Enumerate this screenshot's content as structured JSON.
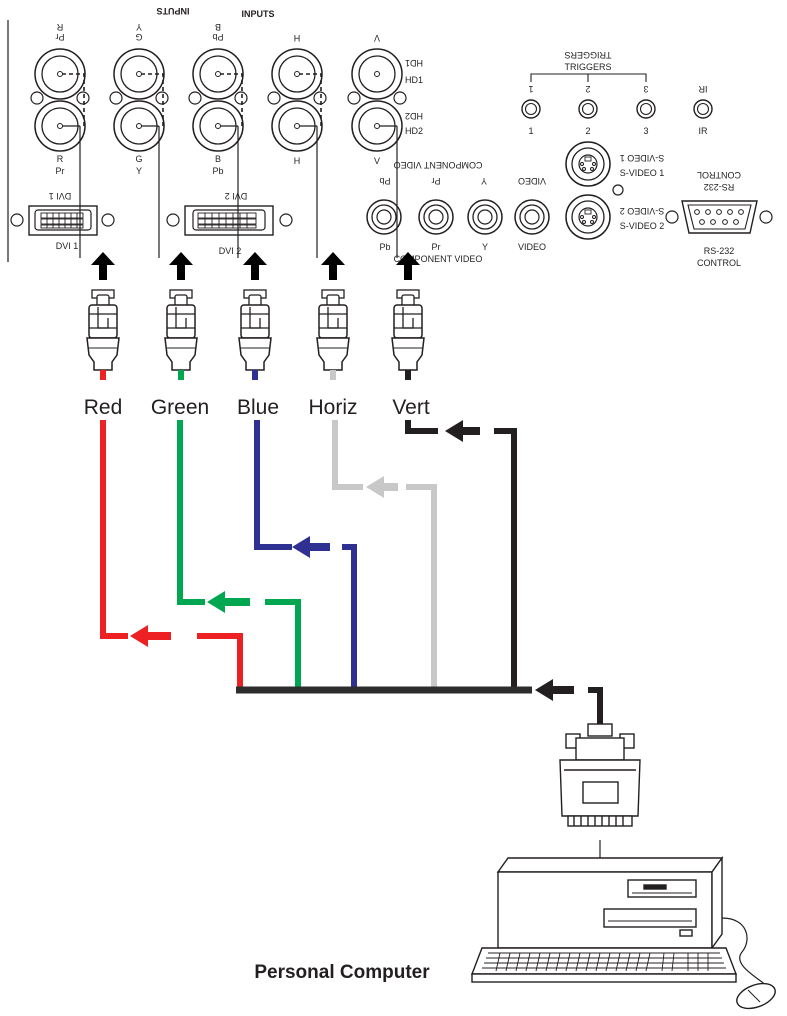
{
  "panel": {
    "inputs_top_mirrored": "INPUTS",
    "inputs_top": "INPUTS",
    "bnc_top_labels_mirrored": [
      "Pr\nR",
      "G\nY",
      "Pb\nB",
      "H",
      "V"
    ],
    "bnc_bottom_labels": [
      [
        "R",
        "Pr"
      ],
      [
        "G",
        "Y"
      ],
      [
        "B",
        "Pb"
      ],
      [
        "H"
      ],
      [
        "V"
      ]
    ],
    "hd_labels": {
      "hd1_mirrored": "HD1",
      "hd1": "HD1",
      "hd2_mirrored": "HD2",
      "hd2": "HD2"
    },
    "dvi": {
      "dvi1_mirrored": "DVI 1",
      "dvi1": "DVI 1",
      "dvi2_mirrored": "DVI 2",
      "dvi2": "DVI 2"
    },
    "component": {
      "mirrored_title": "COMPONENT VIDEO",
      "title": "COMPONENT VIDEO",
      "top_mirrored": [
        "Pb",
        "Pr",
        "Y",
        "VIDEO"
      ],
      "bottom": [
        "Pb",
        "Pr",
        "Y",
        "VIDEO"
      ]
    },
    "triggers": {
      "title_mirrored": "TRIGGERS",
      "title": "TRIGGERS",
      "numbers_mirrored": [
        "1",
        "2",
        "3",
        "IR"
      ],
      "numbers": [
        "1",
        "2",
        "3",
        "IR"
      ]
    },
    "svideo": {
      "s1_mirrored": "S-VIDEO 1",
      "s1": "S-VIDEO 1",
      "s2_mirrored": "S-VIDEO 2",
      "s2": "S-VIDEO 2"
    },
    "rs232": {
      "line1_mirrored": "RS-232",
      "line2_mirrored": "CONTROL",
      "line1": "RS-232",
      "line2": "CONTROL"
    }
  },
  "cables": [
    {
      "label": "Red",
      "color": "#ed2024"
    },
    {
      "label": "Green",
      "color": "#00a650"
    },
    {
      "label": "Blue",
      "color": "#2e3192"
    },
    {
      "label": "Horiz",
      "color": "#c8c8c8"
    },
    {
      "label": "Vert",
      "color": "#231f20"
    }
  ],
  "computer": {
    "label": "Personal Computer"
  }
}
